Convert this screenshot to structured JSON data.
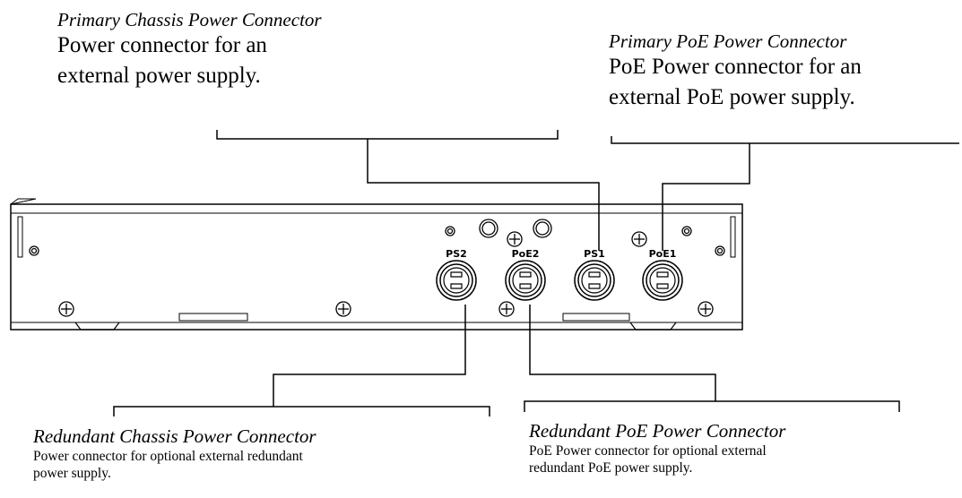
{
  "callouts": {
    "primary_chassis": {
      "title": "Primary Chassis Power Connector",
      "desc": "Power connector for an external power supply."
    },
    "primary_poe": {
      "title": "Primary PoE Power Connector",
      "desc": "PoE Power connector for an external PoE power supply."
    },
    "redundant_chassis": {
      "title": "Redundant Chassis Power Connector",
      "desc": "Power connector for optional external redundant power supply."
    },
    "redundant_poe": {
      "title": "Redundant PoE Power Connector",
      "desc": "PoE Power connector for optional external redundant PoE power supply."
    }
  },
  "ports": {
    "ps2": "PS2",
    "poe2": "PoE2",
    "ps1": "PS1",
    "poe1": "PoE1"
  }
}
